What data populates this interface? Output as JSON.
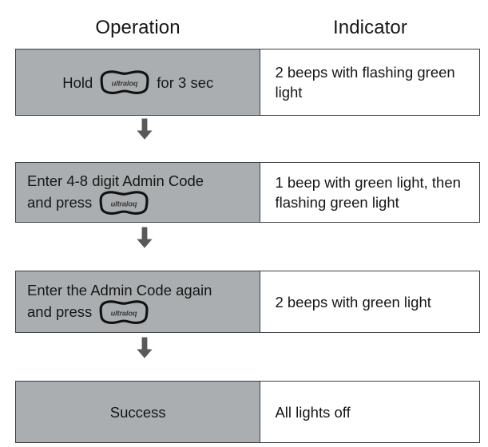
{
  "headers": {
    "operation": "Operation",
    "indicator": "Indicator"
  },
  "logo": {
    "wordmark": "ultraloq",
    "shape": "pebble-outline-badge",
    "stroke_color": "#111111",
    "text_color": "#3a3a3a"
  },
  "colors": {
    "operation_cell_bg": "#ABAEB0",
    "indicator_cell_bg": "#FFFFFF",
    "border": "#3B3F44",
    "text": "#161616",
    "arrow": "#58595B"
  },
  "rows": [
    {
      "operation_pre": "Hold",
      "operation_has_logo": true,
      "operation_post": "for 3 sec",
      "operation_line2_pre": "",
      "operation_line2_has_logo": false,
      "indicator": "2 beeps with flashing green light",
      "align": "center"
    },
    {
      "operation_pre": "Enter 4-8 digit Admin Code",
      "operation_has_logo": false,
      "operation_post": "",
      "operation_line2_pre": "and press",
      "operation_line2_has_logo": true,
      "indicator": "1 beep with green light, then flashing green light",
      "align": "left"
    },
    {
      "operation_pre": "Enter the Admin Code again",
      "operation_has_logo": false,
      "operation_post": "",
      "operation_line2_pre": "and press",
      "operation_line2_has_logo": true,
      "indicator": "2 beeps with green light",
      "align": "left"
    },
    {
      "operation_pre": "Success",
      "operation_has_logo": false,
      "operation_post": "",
      "operation_line2_pre": "",
      "operation_line2_has_logo": false,
      "indicator": "All lights off",
      "align": "center"
    }
  ],
  "arrows": {
    "glyph": "down-arrow",
    "count": 3
  }
}
